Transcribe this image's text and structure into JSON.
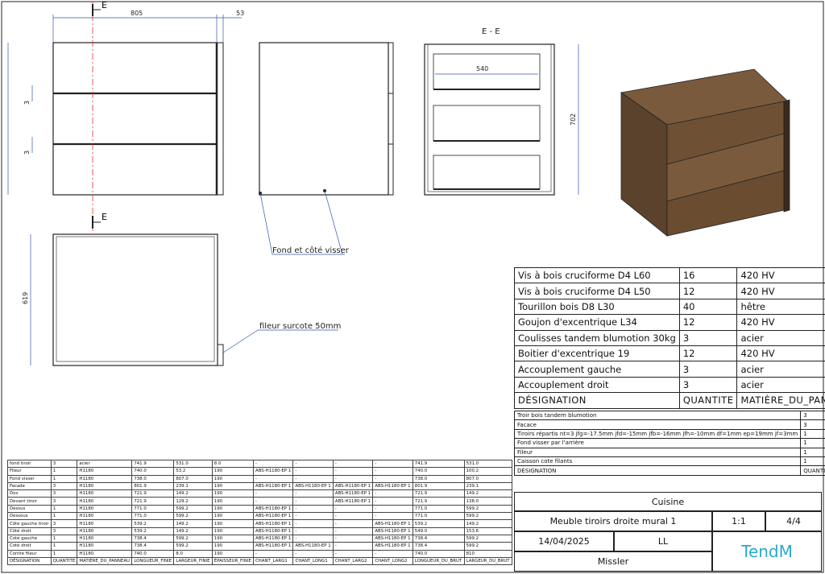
{
  "drawing": {
    "section_mark_top": "E",
    "section_mark_bottom": "E",
    "section_title": "E - E",
    "dim_width": "805",
    "dim_side": "53",
    "dim_gap_1": "3",
    "dim_gap_2": "3",
    "dim_depth": "619",
    "dim_inner": "540",
    "dim_height": "702",
    "callout_fond": "Fond et côté visser",
    "callout_fileur": "fileur surcote 50mm"
  },
  "hardware": {
    "rows": [
      {
        "designation": "Vis à bois cruciforme D4 L60",
        "qty": "16",
        "material": "420 HV"
      },
      {
        "designation": "Vis à bois cruciforme D4 L50",
        "qty": "12",
        "material": "420 HV"
      },
      {
        "designation": "Tourillon bois D8 L30",
        "qty": "40",
        "material": "hêtre"
      },
      {
        "designation": "Goujon d'excentrique L34",
        "qty": "12",
        "material": "420 HV"
      },
      {
        "designation": "Coulisses tandem blumotion 30kg",
        "qty": "3",
        "material": "acier"
      },
      {
        "designation": "Boitier d'excentrique 19",
        "qty": "12",
        "material": "420 HV"
      },
      {
        "designation": "Accouplement gauche",
        "qty": "3",
        "material": "acier"
      },
      {
        "designation": "Accouplement droit",
        "qty": "3",
        "material": "acier"
      }
    ],
    "header": {
      "designation": "DÉSIGNATION",
      "qty": "QUANTITE",
      "material": "MATIÈRE_DU_PANNEAU"
    }
  },
  "subassemblies": {
    "rows": [
      {
        "designation": "Troir bois tandem blumotion",
        "qty": "3"
      },
      {
        "designation": "Facace",
        "qty": "3"
      },
      {
        "designation": "Tiroirs répartis nt=3 jfg=-17.5mm jfd=-15mm jfb=-16mm jfh=-10mm df=1mm ep=19mm jf=3mm",
        "qty": "1"
      },
      {
        "designation": "Fond visser par l'arrière",
        "qty": "1"
      },
      {
        "designation": "Fileur",
        "qty": "1"
      },
      {
        "designation": "Caisson cote filants",
        "qty": "1"
      }
    ],
    "header": {
      "designation": "DÉSIGNATION",
      "qty": "QUANTITE"
    }
  },
  "titleblock": {
    "project": "Cuisine",
    "title": "Meuble tiroirs droite mural 1",
    "scale": "1:1",
    "sheet": "4/4",
    "date": "14/04/2025",
    "author_initials": "LL",
    "school": "Missler",
    "logo_text": "TendM"
  },
  "cutlist": {
    "header": [
      "DÉSIGNATION",
      "QUANTITE",
      "MATIÈRE_DU_PANNEAU",
      "LONGUEUR_FINIE",
      "LARGEUR_FINIE",
      "ÉPAISSEUR_FINIE",
      "CHANT_LARG1",
      "CHANT_LONG1",
      "CHANT_LARG2",
      "CHANT_LONG2",
      "LONGUEUR_DU_BRUT",
      "LARGEUR_DU_BRUT"
    ],
    "rows": [
      [
        "fond tiroir",
        "3",
        "acier",
        "741.9",
        "531.0",
        "8.0",
        "-",
        "-",
        "-",
        "-",
        "741.9",
        "531.0"
      ],
      [
        "Fileur",
        "1",
        "H1180",
        "740.0",
        "53.2",
        "190",
        "ABS-H1180-EP 1",
        "-",
        "-",
        "-",
        "740.0",
        "100.2"
      ],
      [
        "Fond visser",
        "1",
        "H1180",
        "738.0",
        "807.0",
        "190",
        "-",
        "-",
        "-",
        "-",
        "738.0",
        "807.0"
      ],
      [
        "Facade",
        "3",
        "H1180",
        "801.9",
        "239.1",
        "190",
        "ABS-H1180-EP 1",
        "ABS-H1180-EP 1",
        "ABS-H1180-EP 1",
        "ABS-H1180-EP 1",
        "801.9",
        "239.1"
      ],
      [
        "Dos",
        "3",
        "H1180",
        "721.9",
        "149.2",
        "190",
        "-",
        "-",
        "ABS-H1180-EP 1",
        "-",
        "721.9",
        "149.2"
      ],
      [
        "Devant tiroir",
        "3",
        "H1180",
        "721.9",
        "129.2",
        "190",
        "-",
        "-",
        "ABS-H1180-EP 1",
        "-",
        "721.9",
        "138.0"
      ],
      [
        "Dessus",
        "1",
        "H1180",
        "771.0",
        "599.2",
        "190",
        "ABS-H1180-EP 1",
        "-",
        "-",
        "-",
        "771.0",
        "599.2"
      ],
      [
        "Dessous",
        "1",
        "H1180",
        "771.0",
        "599.2",
        "190",
        "ABS-H1180-EP 1",
        "-",
        "-",
        "-",
        "771.0",
        "599.2"
      ],
      [
        "Côté gauche tiroir",
        "3",
        "H1180",
        "539.2",
        "149.2",
        "190",
        "ABS-H1180-EP 1",
        "-",
        "-",
        "ABS-H1180-EP 1",
        "539.2",
        "149.2"
      ],
      [
        "Côté droit",
        "3",
        "H1180",
        "539.2",
        "149.2",
        "190",
        "ABS-H1180-EP 1",
        "-",
        "-",
        "ABS-H1180-EP 1",
        "549.0",
        "153.6"
      ],
      [
        "Coté gauche",
        "1",
        "H1180",
        "738.4",
        "599.2",
        "190",
        "ABS-H1180-EP 1",
        "-",
        "-",
        "ABS-H1180-EP 1",
        "738.4",
        "599.2"
      ],
      [
        "Coté droit",
        "1",
        "H1180",
        "738.4",
        "599.2",
        "190",
        "ABS-H1180-EP 1",
        "ABS-H1180-EP 1",
        "-",
        "ABS-H1180-EP 1",
        "738.4",
        "599.2"
      ],
      [
        "Contre fileur",
        "1",
        "H1180",
        "740.0",
        "8.0",
        "190",
        "-",
        "-",
        "-",
        "-",
        "740.0",
        "810"
      ]
    ]
  }
}
